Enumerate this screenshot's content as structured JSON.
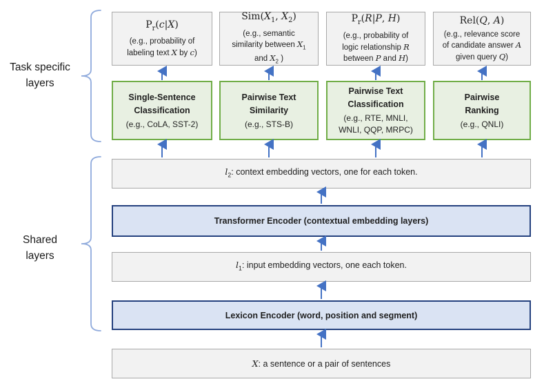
{
  "figure": {
    "title": "Multi-task deep neural network architecture diagram"
  },
  "side_labels": {
    "task_specific": "Task specific<br>layers",
    "shared": "Shared<br>layers"
  },
  "task_columns": [
    {
      "output": {
        "formula": "P<sub>r</sub>(<i>c</i>|<i>X</i>)",
        "desc": "(e.g., probability of<br>labeling text <i>X</i> by <i>c</i>)"
      },
      "task": {
        "title": "Single-Sentence<br>Classification",
        "examples": "(e.g., CoLA, SST-2)"
      }
    },
    {
      "output": {
        "formula": "Sim(<i>X</i><sub>1</sub>, <i>X</i><sub>2</sub>)",
        "desc": "(e.g., semantic<br>similarity between <i>X</i><sub>1</sub><br>and <i>X</i><sub>2</sub> )"
      },
      "task": {
        "title": "Pairwise Text<br>Similarity",
        "examples": "(e.g., STS-B)"
      }
    },
    {
      "output": {
        "formula": "P<sub>r</sub>(<i>R</i>|<i>P</i>, <i>H</i>)",
        "desc": "(e.g., probability of<br>logic relationship <i>R</i><br>between <i>P</i> and <i>H</i>)"
      },
      "task": {
        "title": "Pairwise Text<br>Classification",
        "examples": "(e.g., RTE, MNLI,<br>WNLI, QQP, MRPC)"
      }
    },
    {
      "output": {
        "formula": "Rel(<i>Q</i>, <i>A</i>)",
        "desc": "(e.g., relevance score<br>of candidate answer <i>A</i><br>given query <i>Q</i>)"
      },
      "task": {
        "title": "Pairwise<br>Ranking",
        "examples": "(e.g., QNLI)"
      }
    }
  ],
  "shared_layers": {
    "l2": "<i>l</i><sub>2</sub>: context embedding vectors, one for each token.",
    "transformer": "Transformer Encoder (contextual embedding layers)",
    "l1": "<i>l</i><sub>1</sub>: input embedding vectors, one each token.",
    "lexicon": "Lexicon Encoder (word, position and segment)",
    "input": "<i>X</i>: a sentence or a pair of sentences"
  },
  "colors": {
    "gray_fill": "#f2f2f2",
    "gray_border": "#a8a8a8",
    "green_fill": "#e8f0e2",
    "green_border": "#70ad47",
    "blue_fill": "#dae3f3",
    "blue_border": "#24417e",
    "arrow": "#4472c4",
    "brace": "#8faadc"
  }
}
